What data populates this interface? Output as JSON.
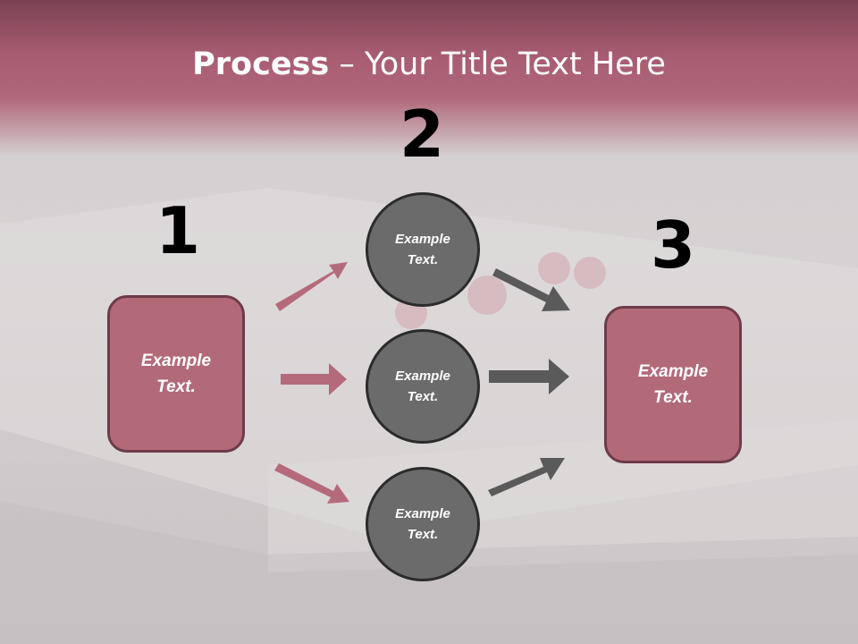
{
  "title": {
    "bold": "Process",
    "rest": " – Your Title Text Here"
  },
  "steps": [
    {
      "number": "1",
      "text_line1": "Example",
      "text_line2": "Text."
    },
    {
      "number": "2",
      "items": [
        {
          "text_line1": "Example",
          "text_line2": "Text."
        },
        {
          "text_line1": "Example",
          "text_line2": "Text."
        },
        {
          "text_line1": "Example",
          "text_line2": "Text."
        }
      ]
    },
    {
      "number": "3",
      "text_line1": "Example",
      "text_line2": "Text."
    }
  ],
  "colors": {
    "header": "#a85c71",
    "box_fill": "#b26a79",
    "box_border": "#6e3b4a",
    "circle_fill": "#6b6b6b",
    "circle_border": "#2b2b2b",
    "pink_arrow": "#b56a7c",
    "gray_arrow": "#5a5a5a"
  }
}
